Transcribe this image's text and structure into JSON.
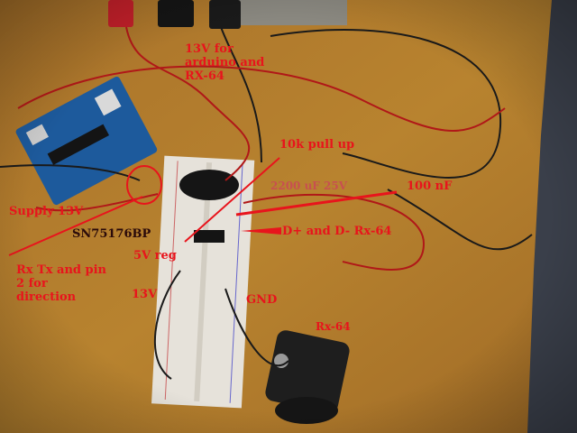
{
  "labels": {
    "v13_arduino": "13V for arduino and RX-64",
    "pullup": "10k pull up",
    "cap_big": "2200 uF 25V",
    "cap_small": "100 nF",
    "supply": "Supply 13V",
    "chip": "SN75176BP",
    "dplus": "D+ and D- Rx-64",
    "reg": "5V reg",
    "rxtx": "Rx Tx and pin 2 for direction",
    "v13": "13V",
    "gnd": "GND",
    "servo": "Rx-64"
  },
  "colors": {
    "annotation": "#e8141c",
    "desk": "#b07a2c",
    "floor": "#3a3f4a",
    "breadboard": "#e6e2da",
    "arduino_board": "#1d5a9c",
    "wire_red": "#b01818",
    "wire_black": "#1a1a1a"
  }
}
